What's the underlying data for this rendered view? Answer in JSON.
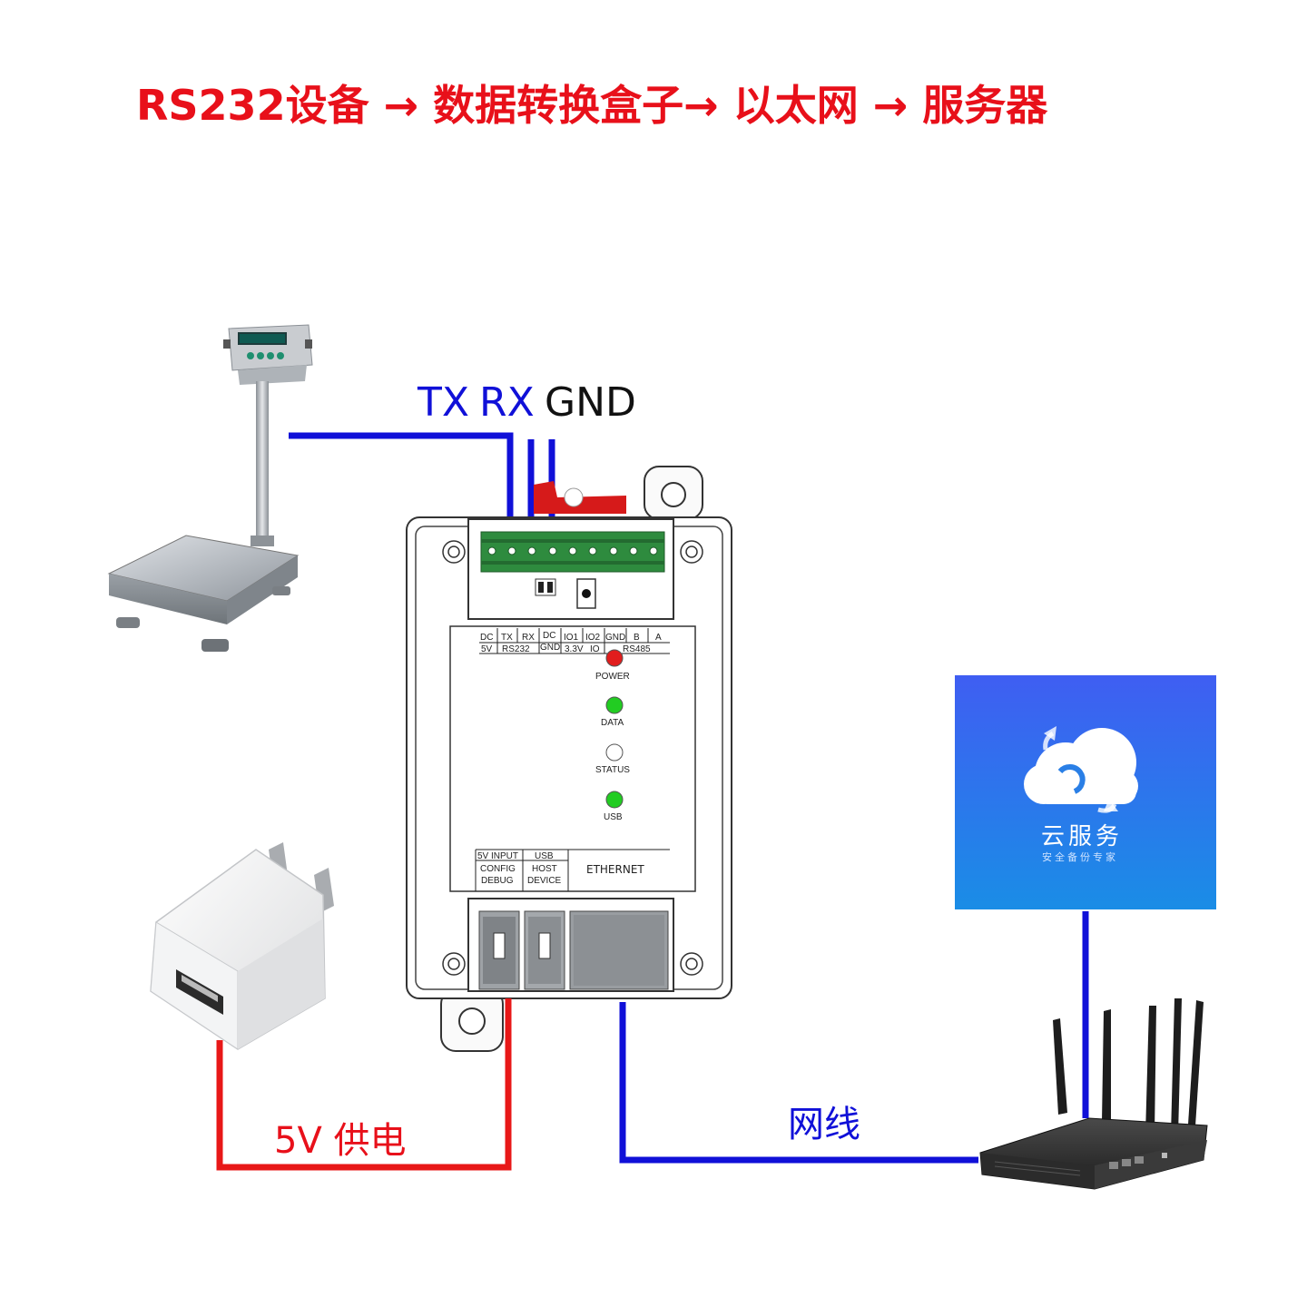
{
  "title": "RS232设备 → 数据转换盒子→ 以太网 → 服务器",
  "wire_labels": {
    "tx": "TX",
    "rx": "RX",
    "gnd": "GND",
    "power": "5V 供电",
    "network": "网线"
  },
  "terminal_labels": {
    "dc": "DC",
    "v5": "5V",
    "tx": "TX",
    "rx": "RX",
    "rs232": "RS232",
    "dc_gnd_top": "DC",
    "dc_gnd_bottom": "GND",
    "io1": "IO1",
    "io2": "IO2",
    "v33": "3.3V",
    "io": "IO",
    "gnd": "GND",
    "b": "B",
    "a": "A",
    "rs485": "RS485"
  },
  "leds": [
    {
      "label": "POWER",
      "color": "#e11d1d"
    },
    {
      "label": "DATA",
      "color": "#22cc22"
    },
    {
      "label": "STATUS",
      "color": "#ffffff"
    },
    {
      "label": "USB",
      "color": "#22cc22"
    }
  ],
  "ports": {
    "input_top": "5V INPUT",
    "config": "CONFIG",
    "debug": "DEBUG",
    "usb": "USB",
    "host": "HOST",
    "device": "DEVICE",
    "ethernet": "ETHERNET"
  },
  "cloud": {
    "title": "云服务",
    "subtitle": "安全备份专家"
  },
  "colors": {
    "title": "#e8101a",
    "wire_blue": "#1010d8",
    "wire_red": "#e81818",
    "terminal_green": "#2e8b3e",
    "cloud_bg_top": "#3a5cf0",
    "cloud_bg_bottom": "#1b8ce8"
  }
}
